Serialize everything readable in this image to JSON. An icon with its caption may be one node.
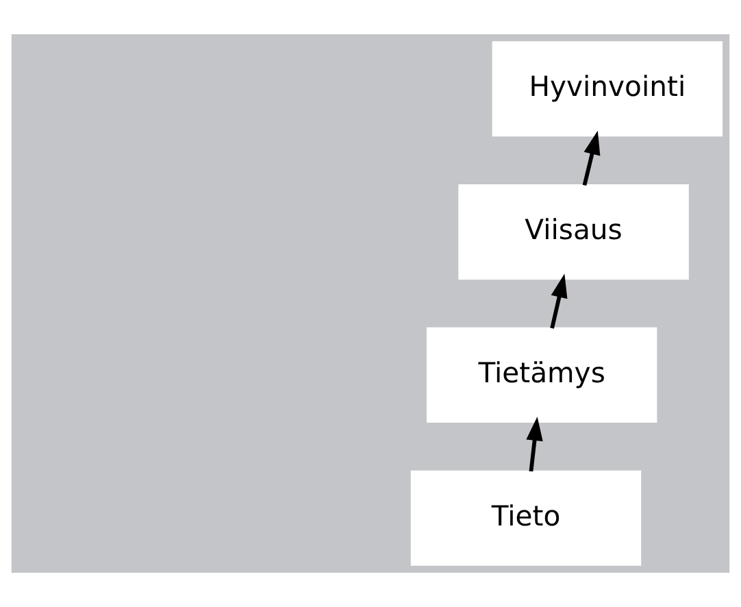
{
  "diagram": {
    "nodes": [
      {
        "text": [
          "Tieto"
        ]
      },
      {
        "text": [
          "Tietämys"
        ]
      },
      {
        "text": [
          "Viisaus"
        ]
      },
      {
        "text": [
          "Hyvinvointi"
        ]
      }
    ],
    "edges": [
      {
        "from": 0,
        "to": 1,
        "arrow": "to"
      },
      {
        "from": 1,
        "to": 2,
        "arrow": "to"
      },
      {
        "from": 2,
        "to": 3,
        "arrow": "to"
      }
    ]
  }
}
